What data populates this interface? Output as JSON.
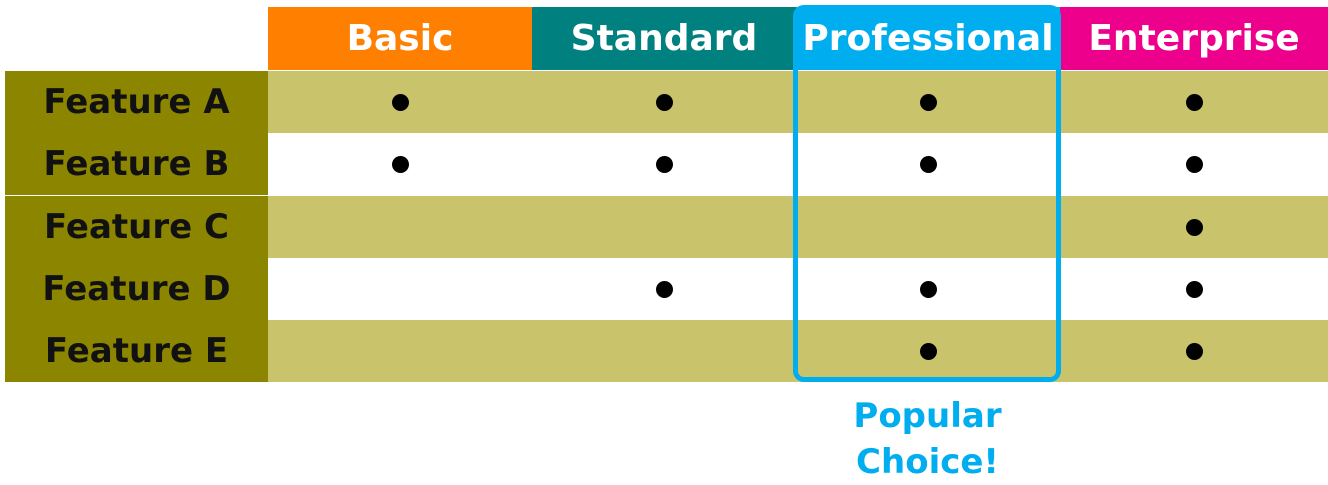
{
  "plans": [
    {
      "name": "Basic",
      "color": "#ff7f00"
    },
    {
      "name": "Standard",
      "color": "#00807f"
    },
    {
      "name": "Professional",
      "color": "#00aeef"
    },
    {
      "name": "Enterprise",
      "color": "#ec008c"
    }
  ],
  "features": [
    {
      "name": "Feature A",
      "included": [
        true,
        true,
        true,
        true
      ]
    },
    {
      "name": "Feature B",
      "included": [
        true,
        true,
        true,
        true
      ]
    },
    {
      "name": "Feature C",
      "included": [
        false,
        false,
        false,
        true
      ]
    },
    {
      "name": "Feature D",
      "included": [
        false,
        true,
        true,
        true
      ]
    },
    {
      "name": "Feature E",
      "included": [
        false,
        false,
        true,
        true
      ]
    }
  ],
  "colors": {
    "label_bg": "#8c8500",
    "band": "#c9c46b",
    "white": "#ffffff",
    "highlight": "#00aeef"
  },
  "highlight": {
    "plan": "Professional",
    "note_line1": "Popular",
    "note_line2": "Choice!"
  }
}
